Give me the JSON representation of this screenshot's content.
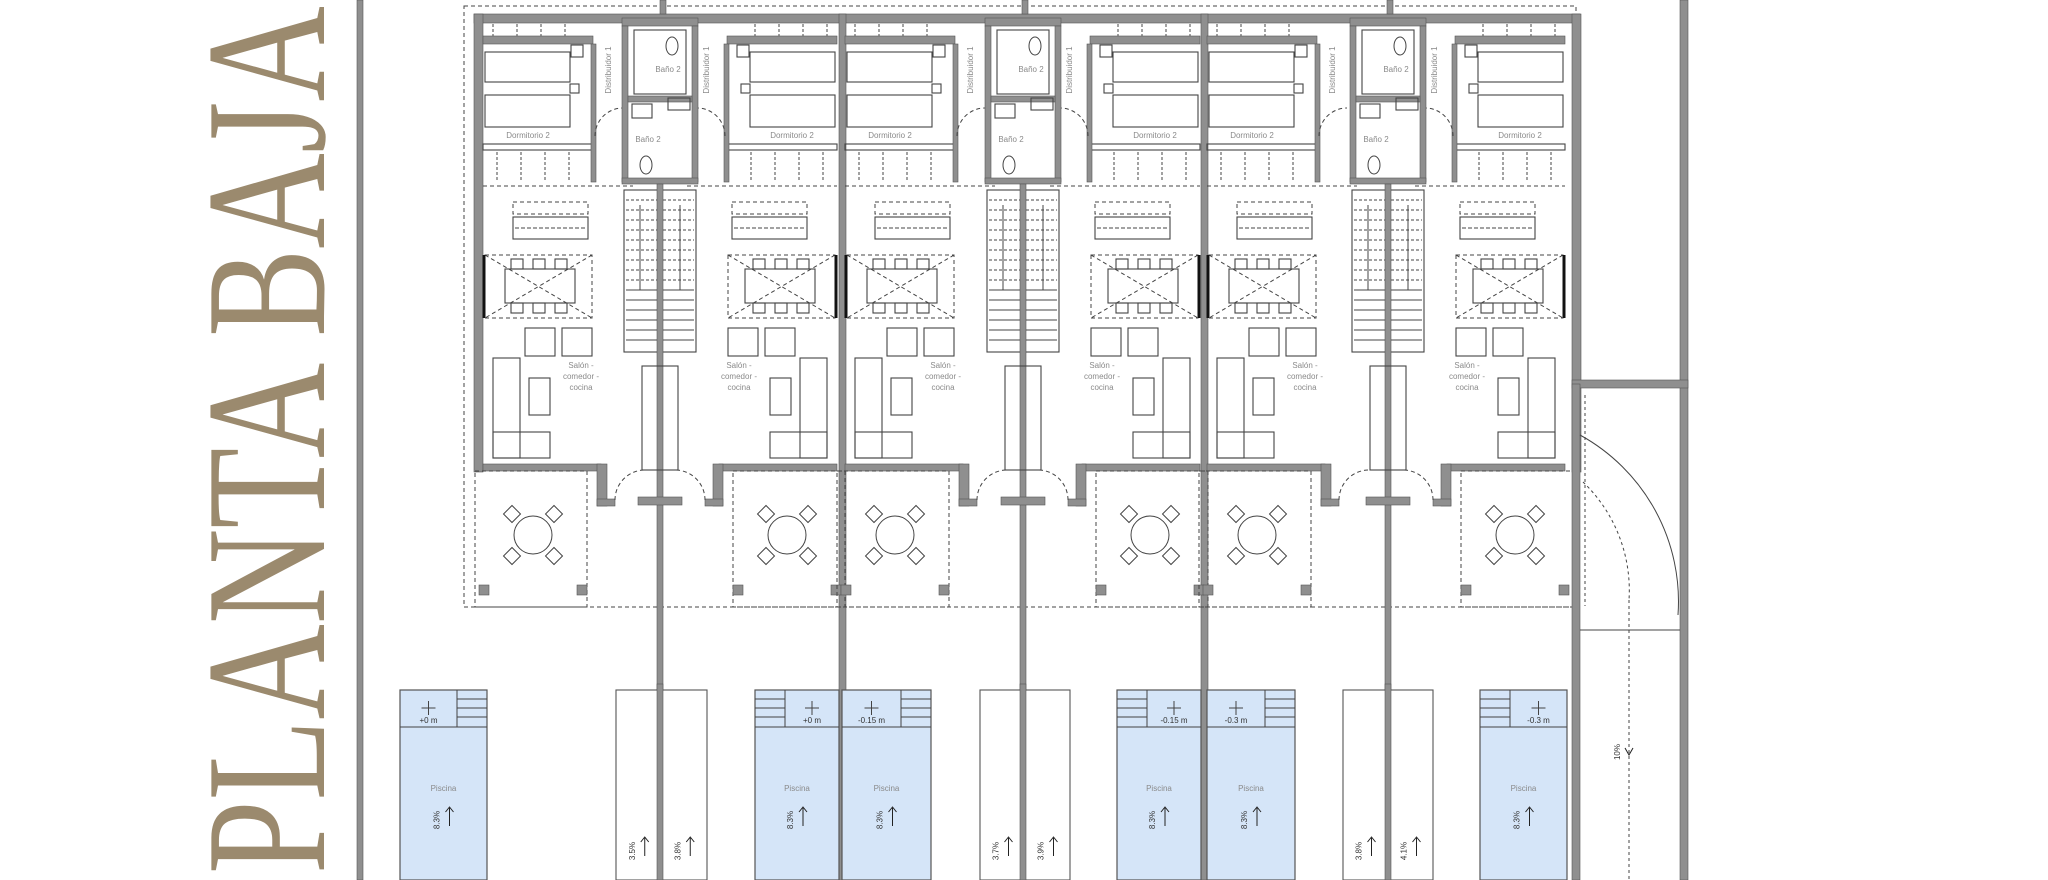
{
  "title": "PLANTA BAJA",
  "colors": {
    "title": "#9b8a6e",
    "wall": "#8f8f8f",
    "line": "#444444",
    "pool": "#d5e5f8",
    "label": "#8a8a8a"
  },
  "units": [
    {
      "bedroom": "Dormitorio 2",
      "hall": "Distribuidor 1",
      "living": [
        "Salón -",
        "comedor -",
        "cocina"
      ]
    },
    {
      "bedroom": "Dormitorio 2",
      "hall": "Distribuidor 1",
      "living": [
        "Salón -",
        "comedor -",
        "cocina"
      ]
    },
    {
      "bedroom": "Dormitorio 2",
      "hall": "Distribuidor 1",
      "living": [
        "Salón -",
        "comedor -",
        "cocina"
      ]
    },
    {
      "bedroom": "Dormitorio 2",
      "hall": "Distribuidor 1",
      "living": [
        "Salón -",
        "comedor -",
        "cocina"
      ]
    },
    {
      "bedroom": "Dormitorio 2",
      "hall": "Distribuidor 1",
      "living": [
        "Salón -",
        "comedor -",
        "cocina"
      ]
    },
    {
      "bedroom": "Dormitorio 2",
      "hall": "Distribuidor 1",
      "living": [
        "Salón -",
        "comedor -",
        "cocina"
      ]
    }
  ],
  "cores": [
    {
      "baths": [
        "Baño 2",
        "Baño 2"
      ]
    },
    {
      "baths": [
        "Baño 2",
        "Baño 2"
      ]
    },
    {
      "baths": [
        "Baño 2",
        "Baño 2"
      ]
    }
  ],
  "pools": [
    {
      "label": "Piscina",
      "elevation": "+0 m",
      "slope": "8.3%"
    },
    {
      "label": "Piscina",
      "elevation": "+0 m",
      "slope": "8.3%"
    },
    {
      "label": "Piscina",
      "elevation": "-0.15 m",
      "slope": "8.3%"
    },
    {
      "label": "Piscina",
      "elevation": "-0.15 m",
      "slope": "8.3%"
    },
    {
      "label": "Piscina",
      "elevation": "-0.3 m",
      "slope": "8.3%"
    },
    {
      "label": "Piscina",
      "elevation": "-0.3 m",
      "slope": "8.3%"
    }
  ],
  "strips": [
    {
      "slopes": [
        "3.5%",
        "3.8%"
      ]
    },
    {
      "slopes": [
        "3.7%",
        "3.9%"
      ]
    },
    {
      "slopes": [
        "3.8%",
        "4.1%"
      ]
    }
  ],
  "ramp": {
    "slope": "10%"
  }
}
